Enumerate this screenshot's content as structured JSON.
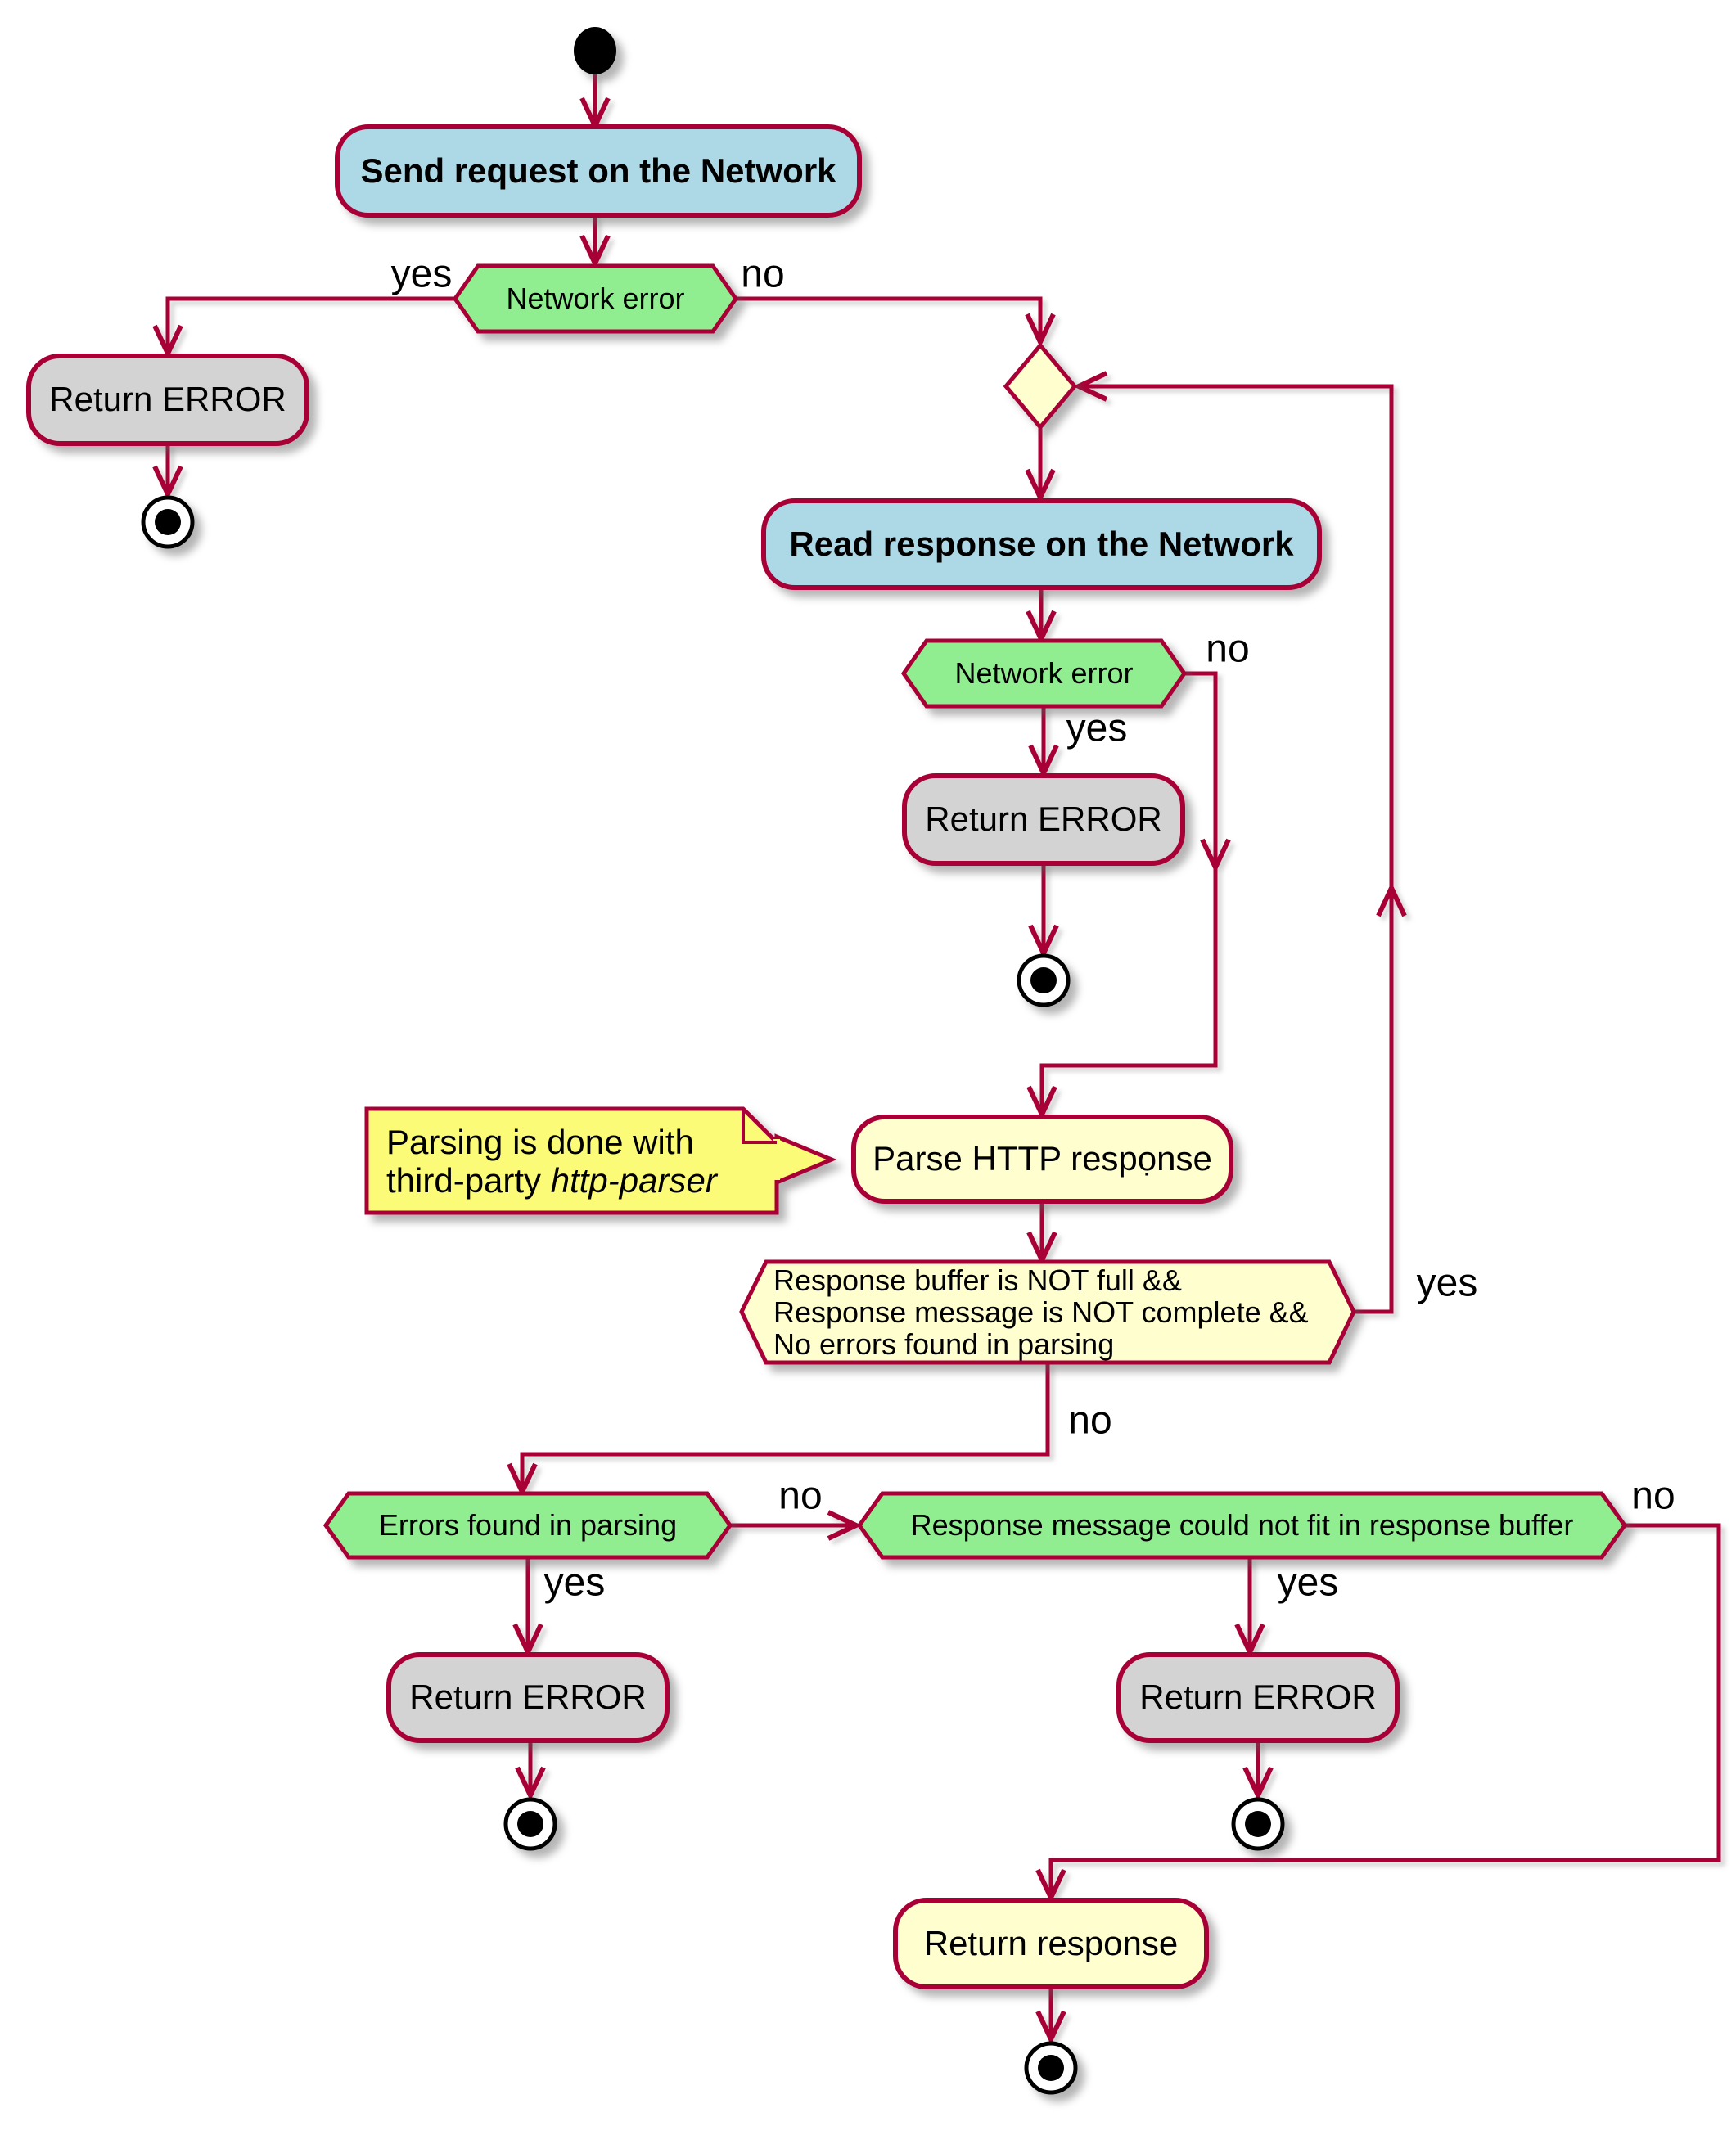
{
  "diagram_type": "activity-flowchart",
  "colors": {
    "accent_border_arrow": "#A80036",
    "activity_fill": "#ADD8E6",
    "decision_fill": "#90EE90",
    "error_fill": "#D3D3D3",
    "neutral_fill": "#FEFECE",
    "note_fill": "#FBFB77",
    "text": "#000000",
    "background": "#FFFFFF"
  },
  "nodes": {
    "send_request": {
      "label": "Send request on the Network"
    },
    "decision_network_error_1": {
      "label": "Network error"
    },
    "return_error_1": {
      "label": "Return ERROR"
    },
    "read_response": {
      "label": "Read response on the Network"
    },
    "decision_network_error_2": {
      "label": "Network error"
    },
    "return_error_2": {
      "label": "Return ERROR"
    },
    "parse_response": {
      "label": "Parse HTTP respọnse"
    },
    "note": {
      "line1": "Parsing is done with",
      "line2_prefix": "third-party ",
      "line2_italic": "http-parser"
    },
    "loop_condition": {
      "line1": "Response buffer is NOT full &&",
      "line2": "Response message is NOT complete &&",
      "line3": "No errors found in parsing"
    },
    "decision_parse_errors": {
      "label": "Errors found in parsing"
    },
    "return_error_3": {
      "label": "Return ERROR"
    },
    "decision_buffer_fit": {
      "label": "Response message could not fit in response buffer"
    },
    "return_error_4": {
      "label": "Return ERROR"
    },
    "return_response": {
      "label": "Return response"
    }
  },
  "edge_labels": {
    "yes_1": "yes",
    "no_1": "no",
    "no_2": "no",
    "yes_2": "yes",
    "yes_loop": "yes",
    "no_3": "no",
    "no_4": "no",
    "yes_4": "yes",
    "no_5": "no",
    "yes_5": "yes"
  }
}
